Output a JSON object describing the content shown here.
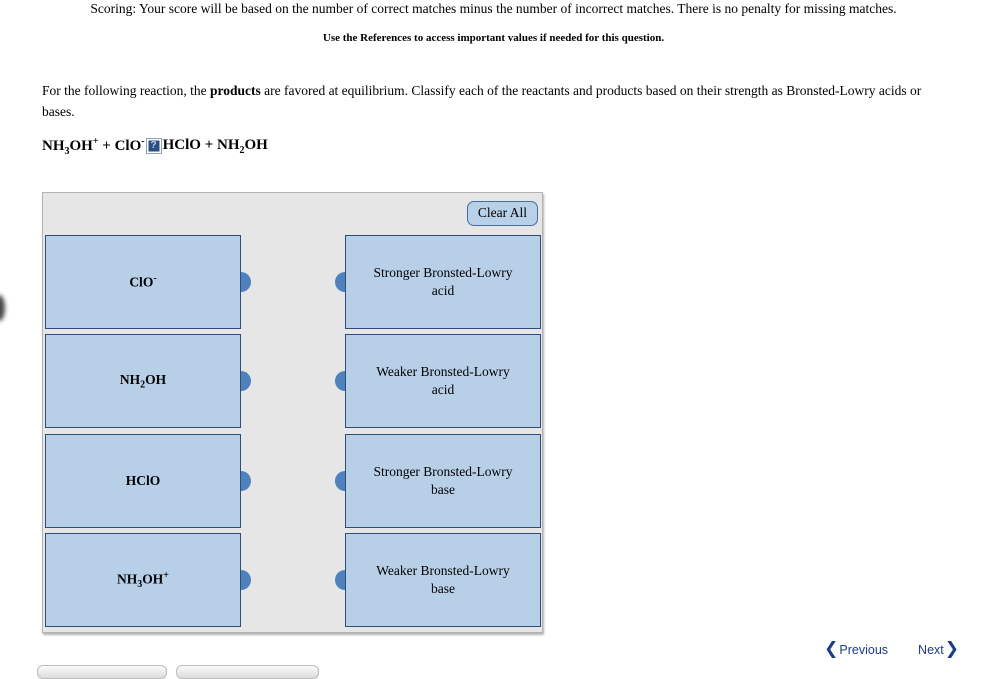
{
  "page": {
    "scoring_text": "Scoring: Your score will be based on the number of correct matches minus the number of incorrect matches. There is no penalty for missing matches.",
    "references_note": "Use the References to access important values if needed for this question."
  },
  "question": {
    "intro_before_bold": "For the following reaction, the ",
    "intro_bold": "products",
    "intro_after_bold": " are favored at equilibrium. Classify each of the reactants and products based on their strength as Bronsted-Lowry acids or bases.",
    "equation": {
      "left_formula": [
        [
          "t",
          "NH"
        ],
        [
          "s",
          "3"
        ],
        [
          "t",
          "OH"
        ],
        [
          "p",
          "+"
        ],
        [
          "t",
          " + ClO"
        ],
        [
          "p",
          "-"
        ]
      ],
      "arrow_placeholder": "?",
      "right_formula": [
        [
          "t",
          "HClO + NH"
        ],
        [
          "s",
          "2"
        ],
        [
          "t",
          "OH"
        ]
      ]
    }
  },
  "match_panel": {
    "clear_all_label": "Clear All",
    "terms": [
      {
        "name": "ClO-",
        "formula": [
          [
            "t",
            "ClO"
          ],
          [
            "p",
            "-"
          ]
        ]
      },
      {
        "name": "NH2OH",
        "formula": [
          [
            "t",
            "NH"
          ],
          [
            "s",
            "2"
          ],
          [
            "t",
            "OH"
          ]
        ]
      },
      {
        "name": "HClO",
        "formula": [
          [
            "t",
            "HClO"
          ]
        ]
      },
      {
        "name": "NH3OH+",
        "formula": [
          [
            "t",
            "NH"
          ],
          [
            "s",
            "3"
          ],
          [
            "t",
            "OH"
          ],
          [
            "p",
            "+"
          ]
        ]
      }
    ],
    "targets": [
      {
        "label": "Stronger Bronsted-Lowry acid"
      },
      {
        "label": "Weaker Bronsted-Lowry acid"
      },
      {
        "label": "Stronger Bronsted-Lowry base"
      },
      {
        "label": "Weaker Bronsted-Lowry base"
      }
    ]
  },
  "navigation": {
    "previous_label": "Previous",
    "next_label": "Next"
  },
  "colors": {
    "box_fill": "#b8cfe8",
    "box_border": "#2e4d77",
    "knob_blue": "#4f81bd",
    "panel_background": "#e7e6e6",
    "clear_all_fill": "#b8d0e8",
    "clear_all_border": "#41719c",
    "nav_blue": "#1b3c8c",
    "arrow_button_fill": "#2b4f81"
  }
}
